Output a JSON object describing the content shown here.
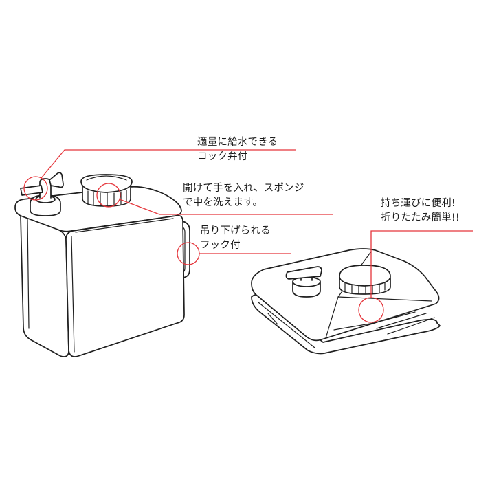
{
  "colors": {
    "accent": "#e5343a",
    "ink": "#1f1f1f",
    "background": "#ffffff"
  },
  "callouts": [
    {
      "id": "spout",
      "lines": [
        "適量に給水できる",
        "コック弁付"
      ]
    },
    {
      "id": "cap",
      "lines": [
        "開けて手を入れ、スポンジ",
        "で中を洗えます。"
      ]
    },
    {
      "id": "hook",
      "lines": [
        "吊り下げられる",
        "フック付"
      ]
    },
    {
      "id": "fold",
      "lines": [
        "持ち運びに便利!",
        "折りたたみ簡単!!"
      ]
    }
  ]
}
